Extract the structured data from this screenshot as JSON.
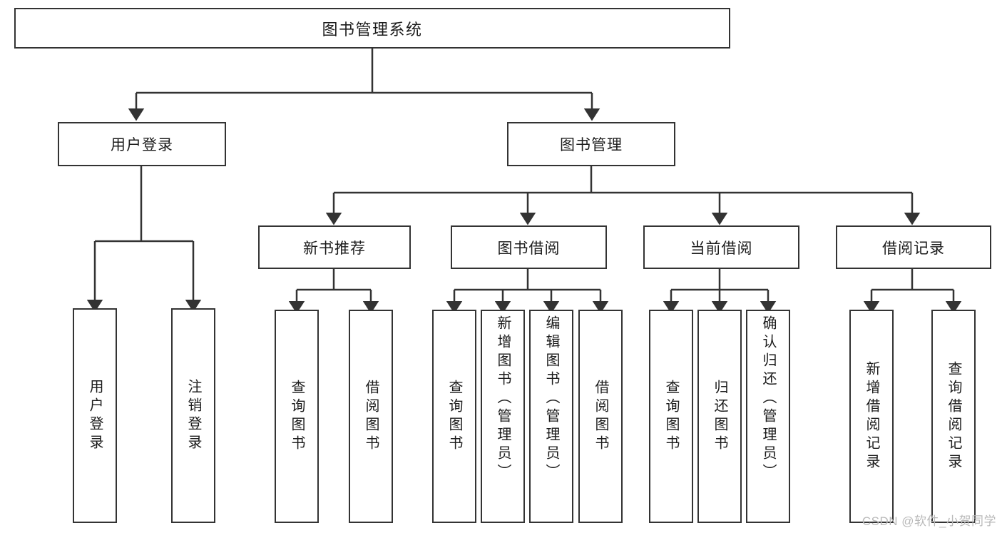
{
  "diagram": {
    "type": "tree",
    "title": "图书管理系统",
    "watermark": "CSDN @软件_小贺同学",
    "colors": {
      "stroke": "#333333",
      "fill": "#ffffff",
      "text": "#1c1c1c",
      "watermark": "#b9b9b9"
    },
    "root": {
      "label": "图书管理系统"
    },
    "level2": [
      {
        "label": "用户登录"
      },
      {
        "label": "图书管理"
      }
    ],
    "level3": [
      {
        "label": "新书推荐"
      },
      {
        "label": "图书借阅"
      },
      {
        "label": "当前借阅"
      },
      {
        "label": "借阅记录"
      }
    ],
    "leaves": {
      "user_login": [
        {
          "label": "用户登录"
        },
        {
          "label": "注销登录"
        }
      ],
      "new_book": [
        {
          "label": "查询图书"
        },
        {
          "label": "借阅图书"
        }
      ],
      "borrow": [
        {
          "label": "查询图书"
        },
        {
          "label": "新增图书（管理员）"
        },
        {
          "label": "编辑图书（管理员）"
        },
        {
          "label": "借阅图书"
        }
      ],
      "current": [
        {
          "label": "查询图书"
        },
        {
          "label": "归还图书"
        },
        {
          "label": "确认归还（管理员）"
        }
      ],
      "records": [
        {
          "label": "新增借阅记录"
        },
        {
          "label": "查询借阅记录"
        }
      ]
    }
  }
}
